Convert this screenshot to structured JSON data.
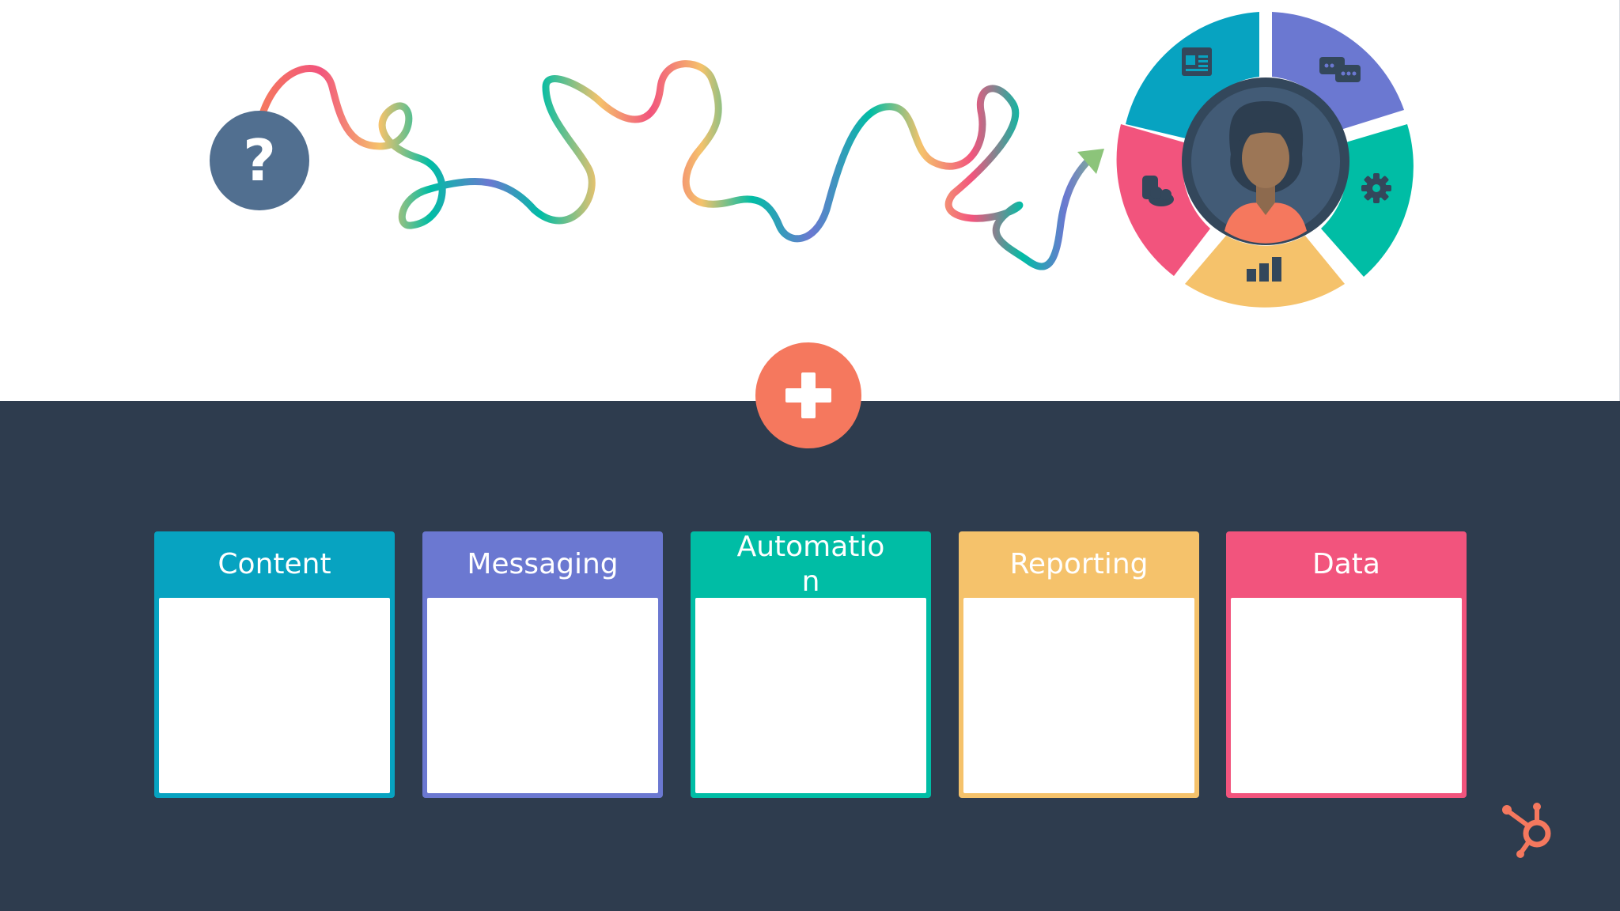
{
  "journey": {
    "start_icon": "question-icon",
    "start_glyph": "?",
    "end_icon": "customer-avatar-icon",
    "arrow_icon": "arrow-icon"
  },
  "hub_wheel": {
    "segments": [
      {
        "icon": "webpage-icon",
        "color": "#07a3c1"
      },
      {
        "icon": "chat-bubbles-icon",
        "color": "#6b78d1"
      },
      {
        "icon": "gear-icon",
        "color": "#00bda5"
      },
      {
        "icon": "bar-chart-icon",
        "color": "#f5c26b"
      },
      {
        "icon": "database-cloud-icon",
        "color": "#f2547d"
      }
    ],
    "center_color": "#33475b"
  },
  "plus": {
    "icon": "plus-icon",
    "color": "#f5785e"
  },
  "cards": [
    {
      "title": "Content",
      "color": "#07a3c1"
    },
    {
      "title": "Messaging",
      "color": "#6b78d1"
    },
    {
      "title": "Automation",
      "color": "#00bda5"
    },
    {
      "title": "Reporting",
      "color": "#f5c26b"
    },
    {
      "title": "Data",
      "color": "#f2547d"
    }
  ],
  "brand": {
    "logo_icon": "hubspot-sprocket-icon",
    "color": "#f5785e"
  },
  "colors": {
    "dark_panel": "#2e3c4e",
    "question_circle": "#516f90"
  }
}
